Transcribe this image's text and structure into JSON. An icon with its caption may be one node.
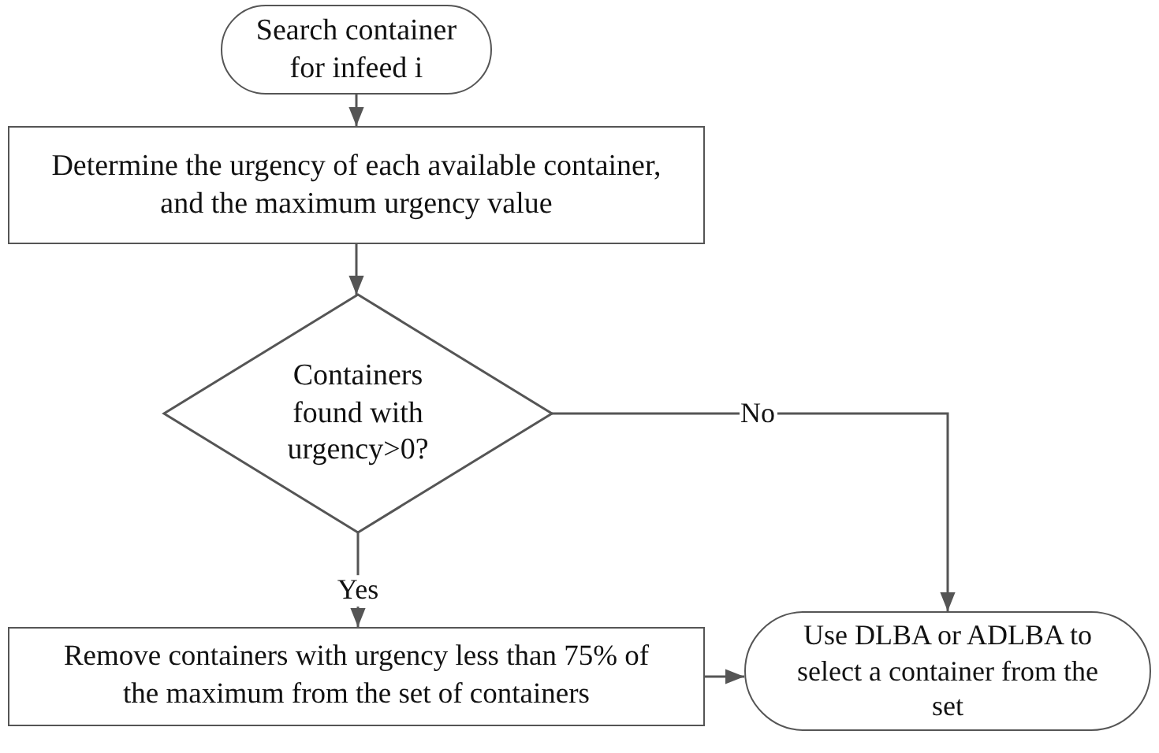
{
  "diagram": {
    "nodes": [
      {
        "text": [
          "Search container for infeed i"
        ]
      },
      {
        "text": [
          "Determine the urgency of each available container, and the maximum urgency value"
        ]
      },
      {
        "text": [
          "Containers found with urgency>0?"
        ]
      },
      {
        "text": [
          "Remove  containers with urgency less than 75% of the maximum from the set of containers"
        ]
      },
      {
        "text": [
          "Use DLBA or ADLBA to select a container from the set"
        ]
      }
    ],
    "edges": [
      {
        "from": 0,
        "to": 1,
        "arrow": "to"
      },
      {
        "from": 1,
        "to": 2,
        "arrow": "to"
      },
      {
        "from": 2,
        "to": 3,
        "arrow": "to",
        "label": "Yes"
      },
      {
        "from": 2,
        "to": 4,
        "arrow": "to",
        "label": "No"
      },
      {
        "from": 3,
        "to": 4,
        "arrow": "to"
      }
    ]
  }
}
